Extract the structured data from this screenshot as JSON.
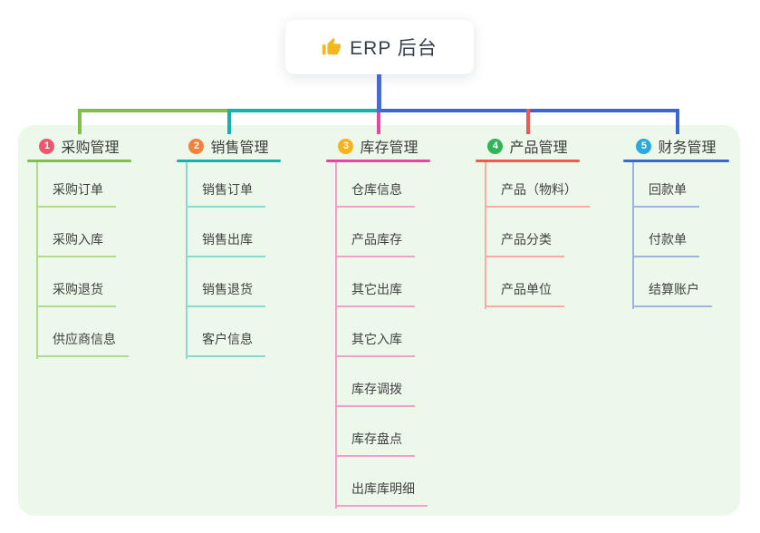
{
  "root": {
    "title": "ERP 后台",
    "icon": "thumbs-up-icon"
  },
  "branches": [
    {
      "num": "1",
      "label": "采购管理",
      "badge_color": "#f1546d",
      "line_color": "#82bf4a",
      "child_line_color": "#b2d98d",
      "children": [
        "采购订单",
        "采购入库",
        "采购退货",
        "供应商信息"
      ]
    },
    {
      "num": "2",
      "label": "销售管理",
      "badge_color": "#f5803c",
      "line_color": "#16b3ac",
      "child_line_color": "#8ad8d1",
      "children": [
        "销售订单",
        "销售出库",
        "销售退货",
        "客户信息"
      ]
    },
    {
      "num": "3",
      "label": "库存管理",
      "badge_color": "#f8b319",
      "line_color": "#e9449f",
      "child_line_color": "#f29fcb",
      "children": [
        "仓库信息",
        "产品库存",
        "其它出库",
        "其它入库",
        "库存调拨",
        "库存盘点",
        "出库库明细"
      ]
    },
    {
      "num": "4",
      "label": "产品管理",
      "badge_color": "#31b457",
      "line_color": "#f6564f",
      "child_line_color": "#f9aba4",
      "children": [
        "产品（物料）",
        "产品分类",
        "产品单位"
      ]
    },
    {
      "num": "5",
      "label": "财务管理",
      "badge_color": "#2ba7e1",
      "line_color": "#3a66d1",
      "child_line_color": "#9fb3de",
      "children": [
        "回款单",
        "付款单",
        "结算账户"
      ]
    }
  ],
  "colors": {
    "trunk": "#4a6bd5",
    "panel_bg": "#ecf8e9",
    "page_bg": "#ffffff",
    "heading_text": "#3d3d3d",
    "child_text": "#424242",
    "root_bg": "#ffffff",
    "thumb_yellow": "#f3b81f"
  }
}
